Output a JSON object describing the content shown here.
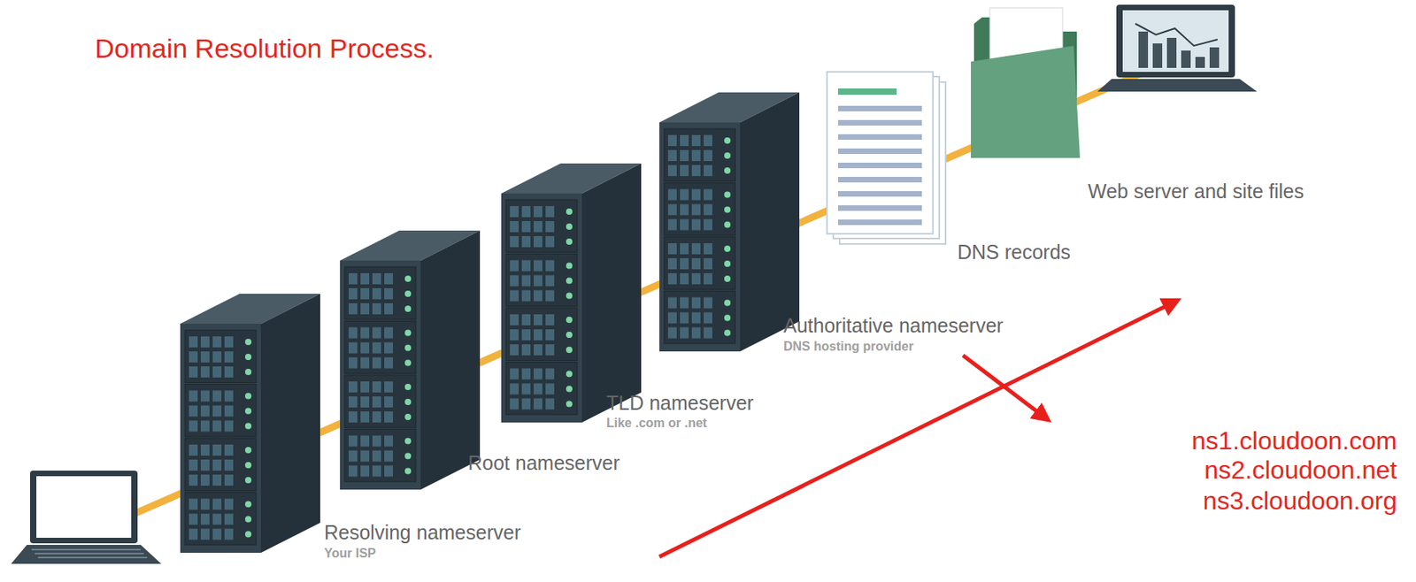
{
  "diagram": {
    "title": "Domain Resolution Process.",
    "labels": [
      "Resolving nameserver",
      "Your ISP",
      "Root nameserver",
      "TLD nameserver",
      "Like .com or .net",
      "Authoritative nameserver",
      "DNS hosting provider",
      "DNS records",
      "Web server and site files",
      "ns1.cloudoon.com",
      "ns2.cloudoon.net",
      "ns3.cloudoon.org"
    ]
  }
}
